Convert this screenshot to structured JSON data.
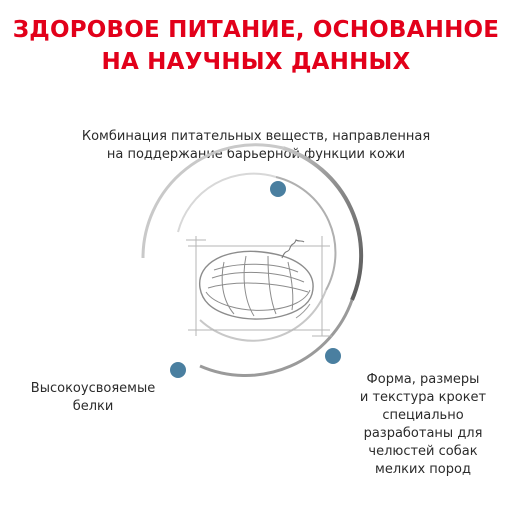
{
  "headline": {
    "line1": "ЗДОРОВОЕ ПИТАНИЕ, ОСНОВАННОЕ",
    "line2": "НА НАУЧНЫХ ДАННЫХ"
  },
  "benefits": {
    "top": {
      "line1": "Комбинация питательных веществ, направленная",
      "line2": "на поддержание барьерной функции кожи"
    },
    "left": {
      "line1": "Высокоусвояемые",
      "line2": "белки"
    },
    "right": {
      "line1": "Форма, размеры",
      "line2": "и текстура крокет",
      "line3": "специально",
      "line4": "разработаны для",
      "line5": "челюстей собак",
      "line6": "мелких пород"
    }
  },
  "colors": {
    "headline": "#e2001a",
    "dot": "#4a7fa0",
    "ring": "#8a8a8a",
    "text": "#2b2b2b"
  },
  "icons": {
    "center": "kibble-sketch-icon",
    "markers": "blue-dot-icon"
  }
}
